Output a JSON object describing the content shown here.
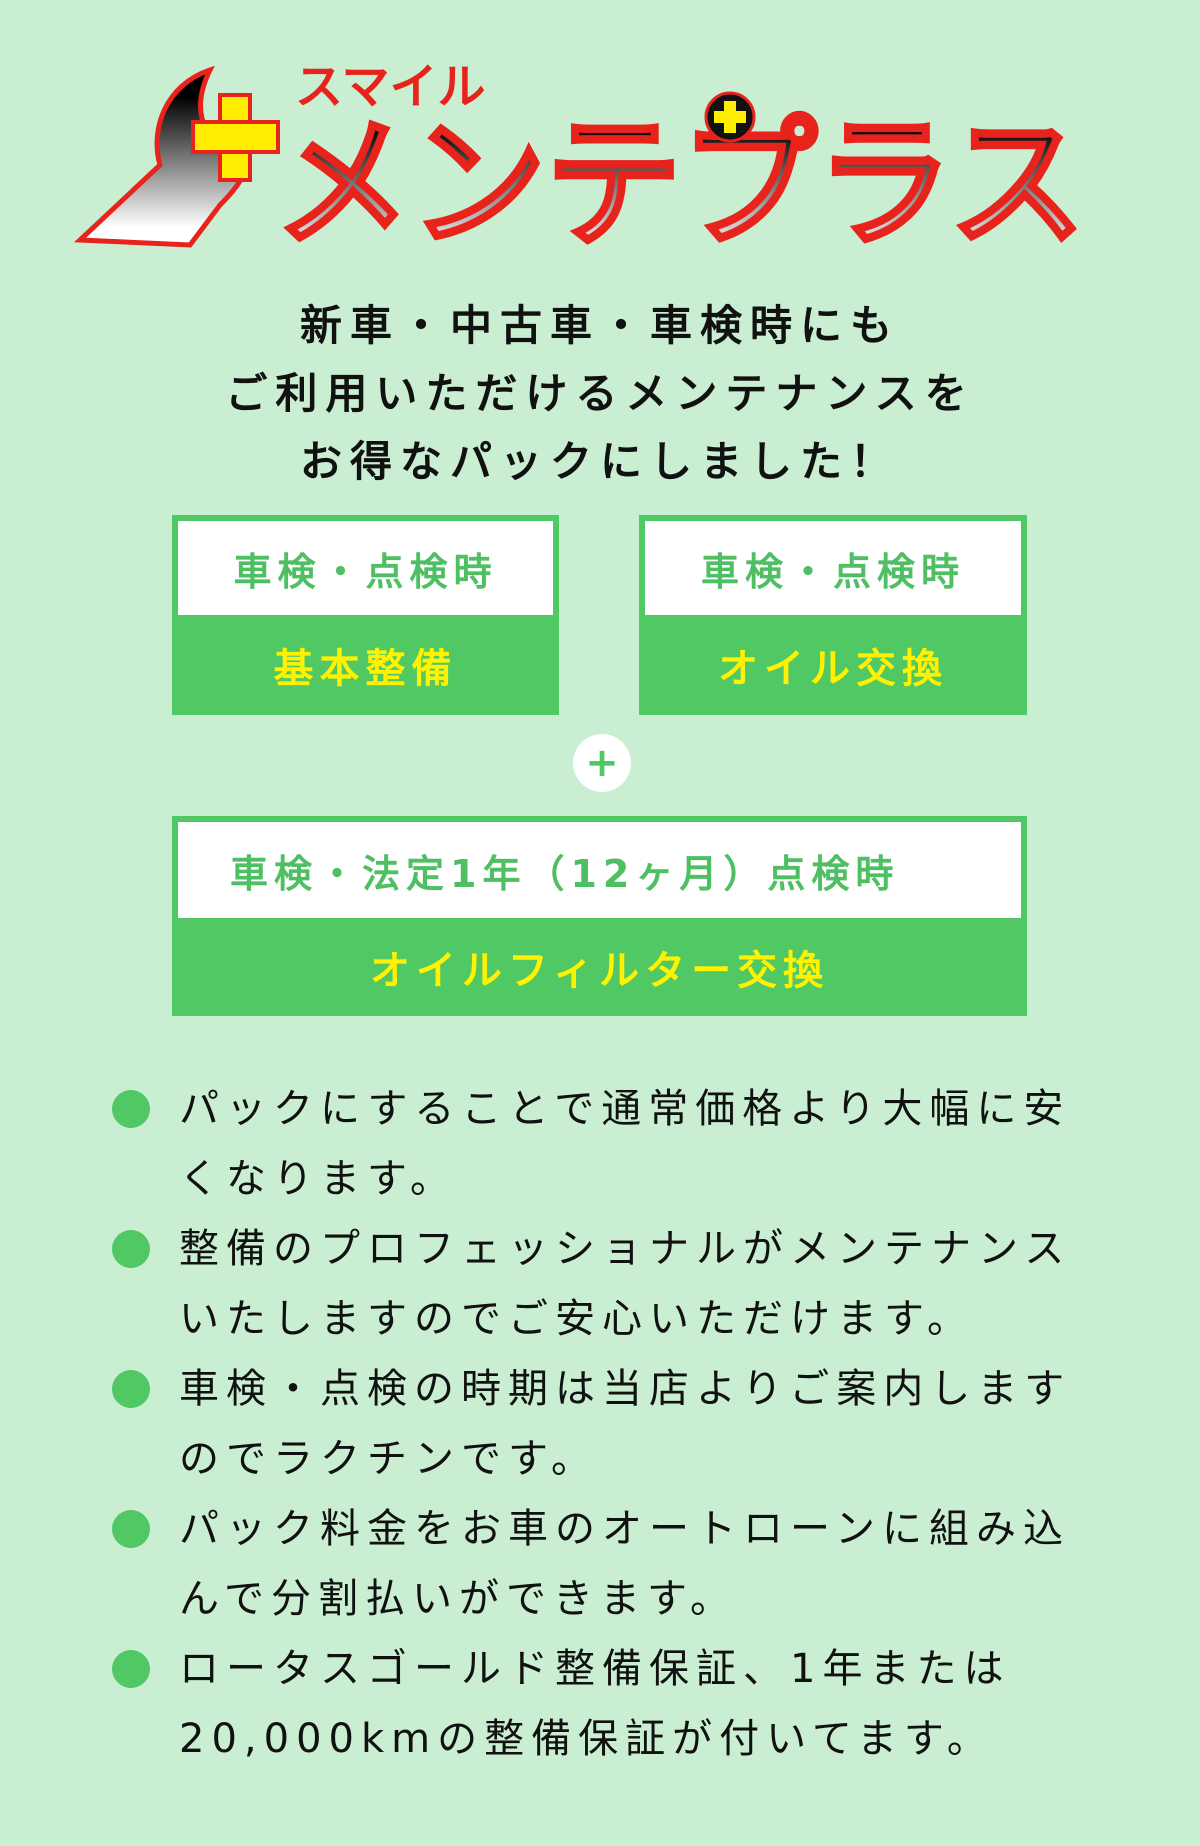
{
  "logo": {
    "small": "スマイル",
    "main": "メンテプラス"
  },
  "headline": [
    "新車・中古車・車検時にも",
    "ご利用いただけるメンテナンスを",
    "お得なパックにしました！"
  ],
  "packs": [
    {
      "timing": "車検・点検時",
      "service": "基本整備"
    },
    {
      "timing": "車検・点検時",
      "service": "オイル交換"
    },
    {
      "timing": "車検・法定1年（12ヶ月）点検時",
      "service": "オイルフィルター交換"
    }
  ],
  "plus_symbol": "+",
  "benefits": [
    "パックにすることで通常価格より大幅に安くなります。",
    "整備のプロフェッショナルがメンテナンスいたしますのでご安心いただけます。",
    "車検・点検の時期は当店よりご案内しますのでラクチンです。",
    "パック料金をお車のオートローンに組み込んで分割払いができます。",
    "ロータスゴールド整備保証、1年または20,000kmの整備保証が付いてます。"
  ],
  "colors": {
    "background": "#c9eed1",
    "green": "#50c864",
    "yellow": "#fff200",
    "red": "#e8231b"
  }
}
